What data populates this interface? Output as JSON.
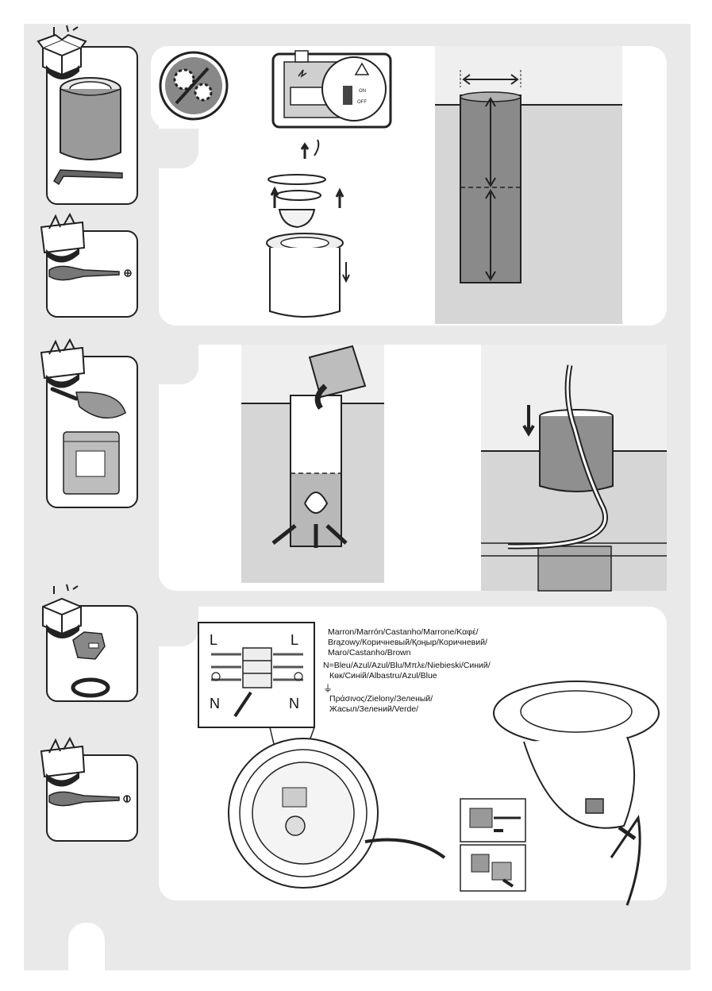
{
  "wiring": {
    "live_left": "L",
    "live_right": "L",
    "neutral_left": "N",
    "neutral_right": "N",
    "switch_on": "ON",
    "switch_off": "OFF"
  },
  "legend": {
    "brown_line1": "Marron/Marrón/Castanho/Marrone/Καφέ/",
    "brown_line2": "Brązowy/Коричневый/Қоңыр/Коричневий/",
    "brown_line3": "Maro/Castanho/Brown",
    "blue_line1": "N=Bleu/Azul/Azul/Blu/Μπλε/Niebieski/Синий/",
    "blue_line2": "Көк/Синій/Albastru/Azul/Blue",
    "earth_symbol": "⏚",
    "green_line1": "Πράσινος/Zielony/Зеленый/",
    "green_line2": "Жасыл/Зелений/Verde/"
  },
  "colors": {
    "page_background": "#e9e9e9",
    "panel": "#ffffff",
    "outline": "#222222",
    "pipe_gray": "#8a8a8a",
    "soil_gray": "#cfcfcf"
  },
  "icons": {
    "unpack": "box-sparkle-icon",
    "tools": "toolbox-icon",
    "settings": "gear-screwdriver-icon"
  }
}
